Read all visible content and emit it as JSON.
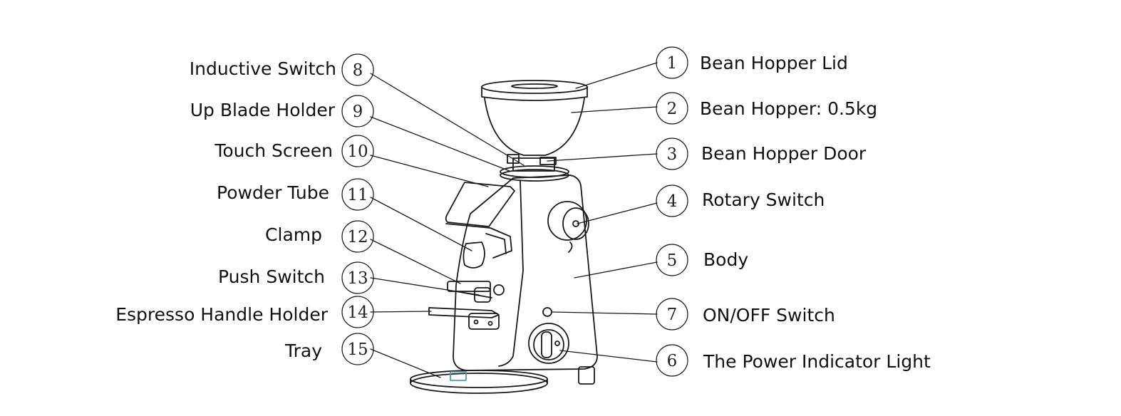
{
  "left_labels": [
    {
      "num": "8",
      "text": "Inductive Switch"
    },
    {
      "num": "9",
      "text": "Up Blade Holder"
    },
    {
      "num": "10",
      "text": "Touch Screen"
    },
    {
      "num": "11",
      "text": "Powder Tube"
    },
    {
      "num": "12",
      "text": "Clamp"
    },
    {
      "num": "13",
      "text": "Push Switch"
    },
    {
      "num": "14",
      "text": "Espresso Handle Holder"
    },
    {
      "num": "15",
      "text": "Tray"
    }
  ],
  "right_labels": [
    {
      "num": "1",
      "text": "Bean Hopper Lid"
    },
    {
      "num": "2",
      "text": "Bean Hopper: 0.5kg"
    },
    {
      "num": "3",
      "text": "Bean Hopper Door"
    },
    {
      "num": "4",
      "text": "Rotary Switch"
    },
    {
      "num": "5",
      "text": "Body"
    },
    {
      "num": "7",
      "text": "ON/OFF Switch"
    },
    {
      "num": "6",
      "text": "The Power Indicator Light"
    }
  ]
}
